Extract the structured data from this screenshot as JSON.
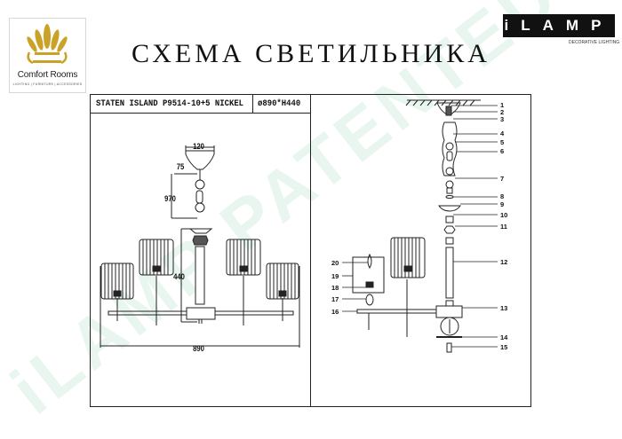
{
  "header": {
    "title": "СХЕМА СВЕТИЛЬНИКА",
    "logo_left": {
      "brand": "Comfort Rooms",
      "tagline": "LIGHTING | FURNITURE | ACCESSORIES",
      "icon": "crown-throne-icon",
      "color": "#c9a227"
    },
    "logo_right": {
      "brand": "iLAMP",
      "tagline": "DECORATIVE LIGHTING"
    }
  },
  "spec": {
    "model": "STATEN ISLAND P9514-10+5 NICKEL",
    "size": "ø890*H440"
  },
  "dimensions": {
    "canopy_width": "120",
    "canopy_height": "75",
    "chain_length": "970",
    "body_height": "440",
    "overall_width": "890"
  },
  "parts": [
    "1",
    "2",
    "3",
    "4",
    "5",
    "6",
    "7",
    "8",
    "9",
    "10",
    "11",
    "12",
    "13",
    "14",
    "15",
    "16",
    "17",
    "18",
    "19",
    "20"
  ],
  "watermark": {
    "text": "iLAMP PATENTED",
    "color": "#e6f5ee"
  }
}
